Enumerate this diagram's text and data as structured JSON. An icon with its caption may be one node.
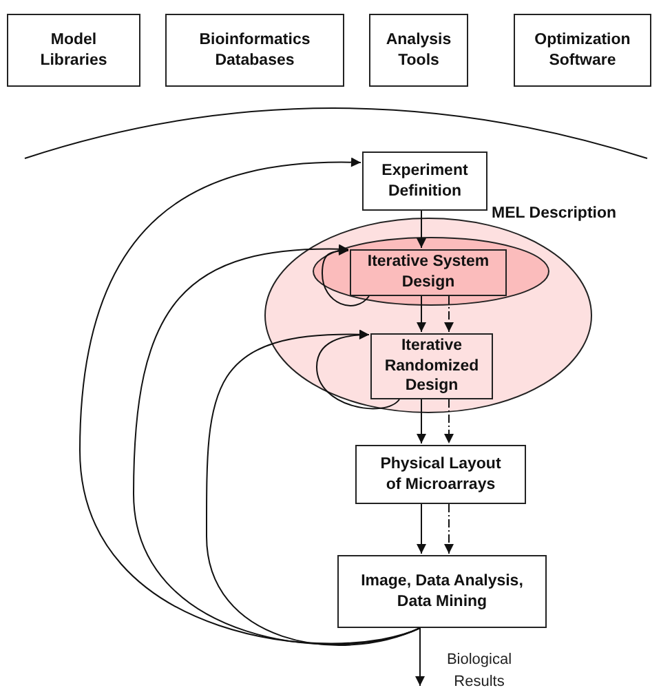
{
  "diagram": {
    "nodes": [
      {
        "text": [
          "Model Libraries"
        ]
      },
      {
        "text": [
          "Bioinformatics Databases"
        ]
      },
      {
        "text": [
          "Analysis Tools"
        ]
      },
      {
        "text": [
          "Optimization Software"
        ]
      },
      {
        "text": [
          "Experiment Definition"
        ]
      },
      {
        "text": [
          "MEL Description"
        ]
      },
      {
        "text": [],
        "shape": "ellipse",
        "in": 5
      },
      {
        "text": [
          "Iterative System Design"
        ],
        "in": 6
      },
      {
        "text": [
          "Iterative Randomized Design"
        ],
        "in": 5
      },
      {
        "text": [
          "Physical Layout of Microarrays"
        ]
      },
      {
        "text": [
          "Image, Data Analysis, Data Mining"
        ]
      }
    ],
    "edges": [
      {
        "from": 4,
        "to": 7,
        "arrow": "to"
      },
      {
        "from": 7,
        "to": 8,
        "arrow": "to"
      },
      {
        "from": 7,
        "to": 8,
        "arrow": "to",
        "style": "dashed"
      },
      {
        "from": 8,
        "to": 9,
        "arrow": "to"
      },
      {
        "from": 8,
        "to": 9,
        "arrow": "to",
        "style": "dashed"
      },
      {
        "from": 9,
        "to": 10,
        "arrow": "to"
      },
      {
        "from": 9,
        "to": 10,
        "arrow": "to",
        "style": "dashed"
      },
      {
        "from": 10,
        "to": null,
        "arrow": "to",
        "label": "Biological Results"
      },
      {
        "from": 10,
        "to": 4,
        "arrow": "to"
      },
      {
        "from": 10,
        "to": 7,
        "arrow": "to"
      },
      {
        "from": 10,
        "to": 8,
        "arrow": "to"
      },
      {
        "from": 7,
        "to": 7,
        "arrow": "to"
      },
      {
        "from": 8,
        "to": 8,
        "arrow": "to"
      }
    ]
  }
}
